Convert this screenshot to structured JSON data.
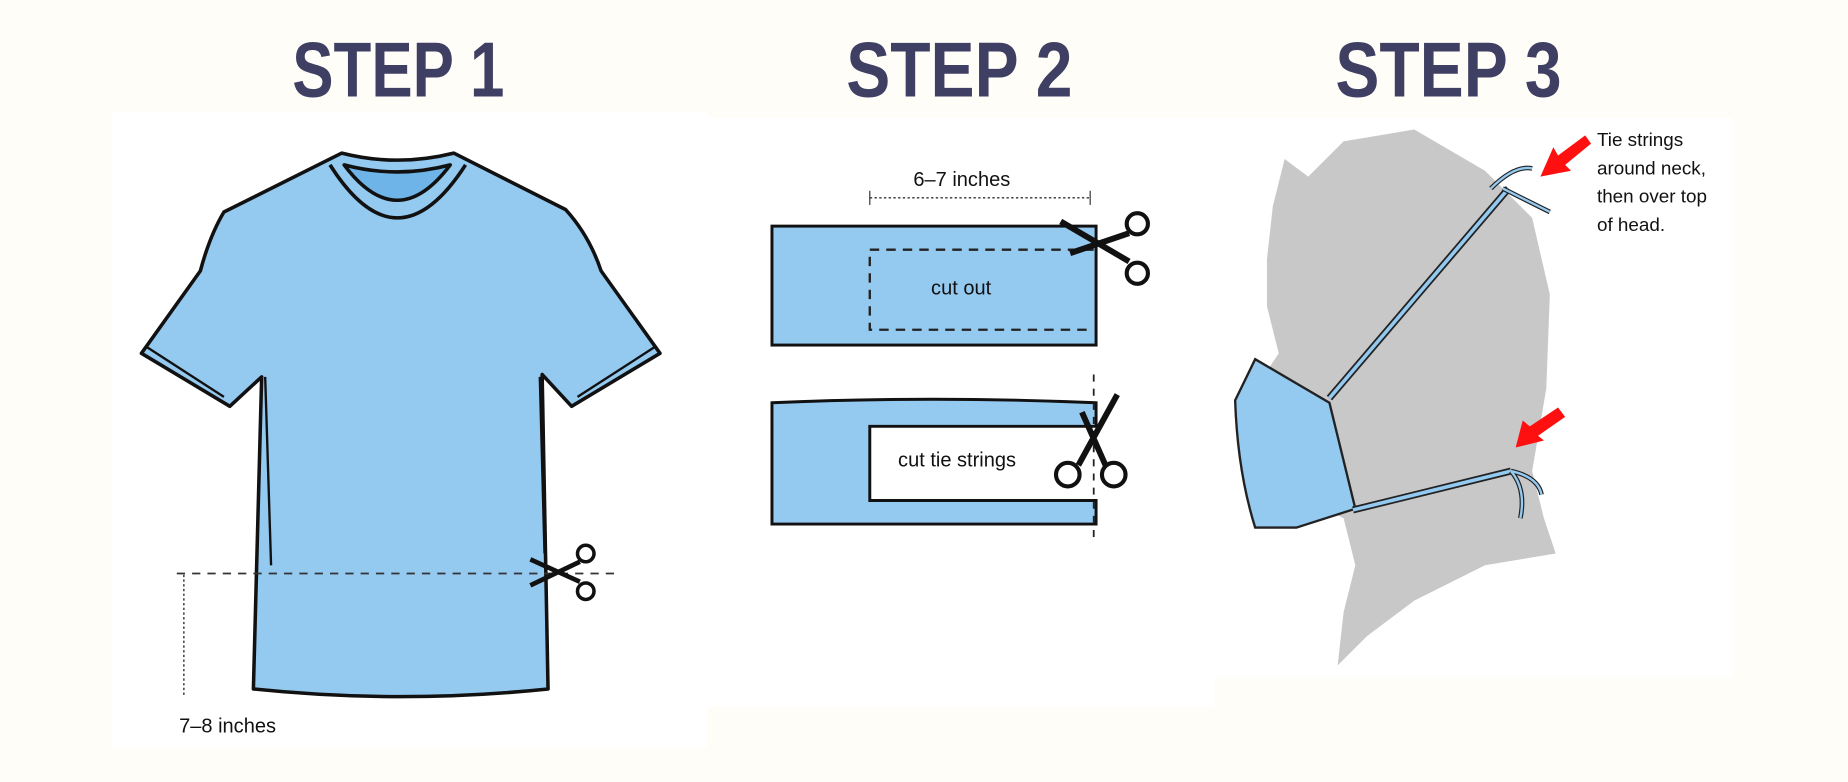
{
  "steps": [
    {
      "title": "STEP 1",
      "labels": {
        "height": "7–8 inches"
      }
    },
    {
      "title": "STEP 2",
      "labels": {
        "width": "6–7 inches",
        "cut_out": "cut out",
        "cut_tie": "cut tie strings"
      }
    },
    {
      "title": "STEP 3",
      "notes": [
        "Tie strings",
        "around neck,",
        "then over top",
        "of head."
      ]
    }
  ],
  "colors": {
    "fabric": "#94c9f0",
    "title": "#3f3f63",
    "head": "#c8c8c8",
    "arrow": "#ff1010",
    "background": "#fefdf8"
  }
}
